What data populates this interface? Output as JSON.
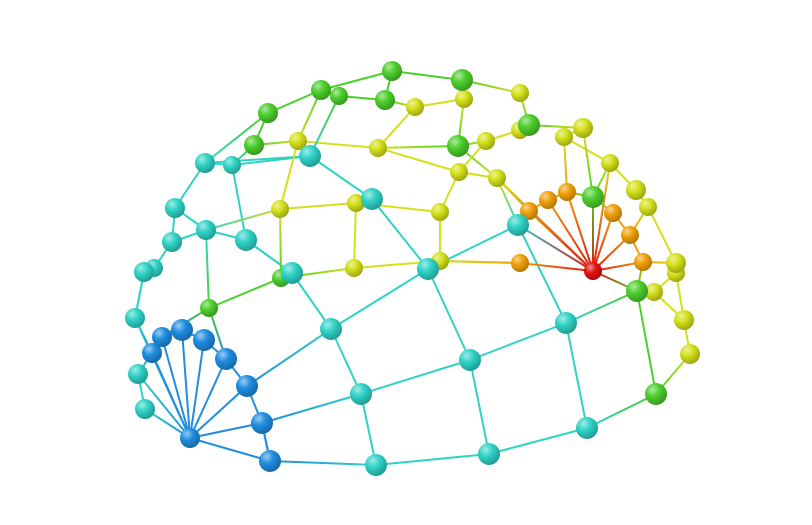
{
  "colors": {
    "background": "#ffffff",
    "hub_blue": "#1f8de0",
    "hub_red": "#e41010",
    "gradient_low": "#1f8de0",
    "gradient_mid": "#2fd3c6",
    "gradient_green": "#4ccf2c",
    "gradient_yellow": "#d4e01a",
    "gradient_orange": "#f0a008"
  },
  "diagram": {
    "shape": "hemispherical geodesic mesh",
    "node_color_scale": [
      "#1f8de0",
      "#2fd3c6",
      "#4ccf2c",
      "#d4e01a",
      "#f0a008",
      "#e41010"
    ],
    "hubs": [
      "blue-hub",
      "red-hub"
    ]
  }
}
